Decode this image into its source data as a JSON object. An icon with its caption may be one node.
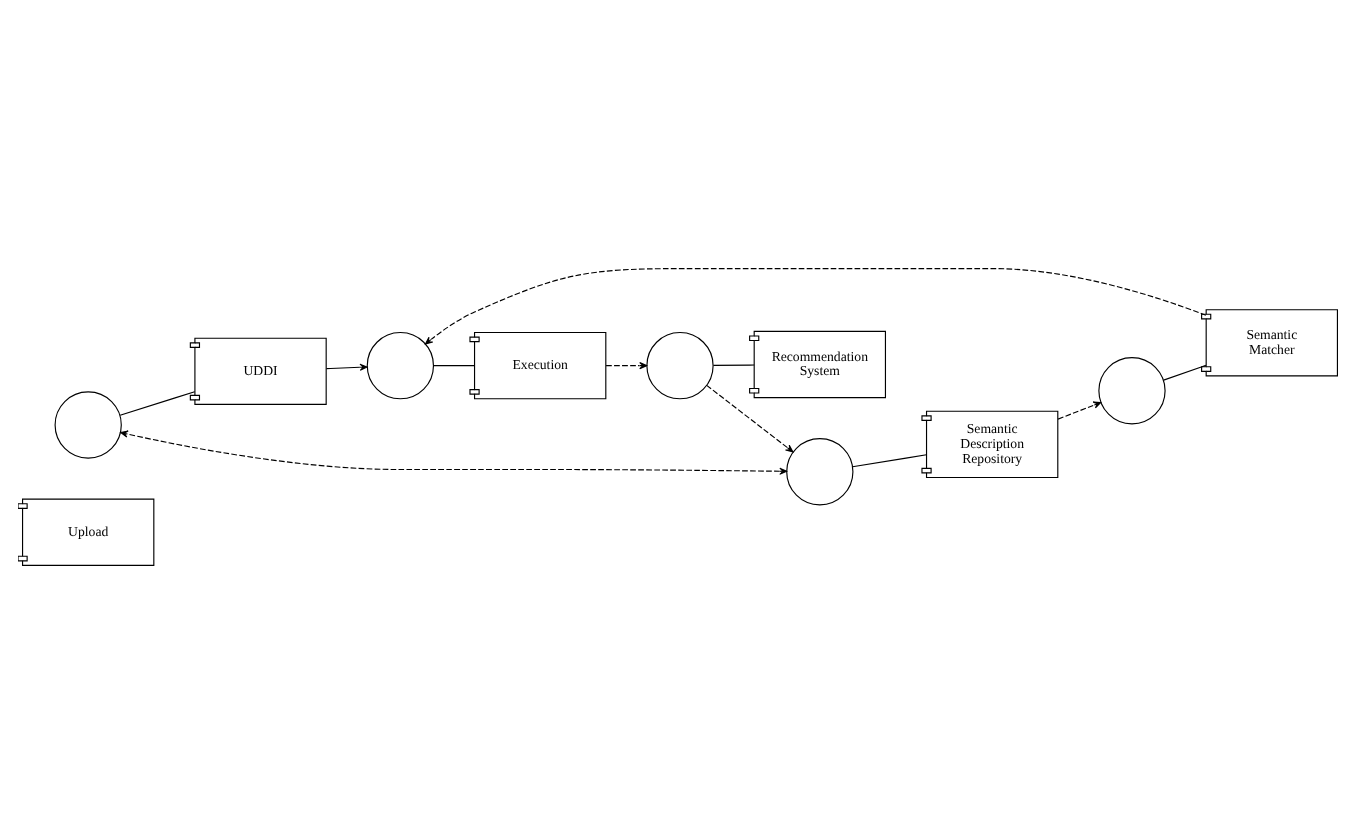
{
  "diagram": {
    "nodes": [
      {
        "text": [
          "Upload"
        ]
      },
      {
        "text": [],
        "shape": "circle"
      },
      {
        "text": [
          "UDDI"
        ]
      },
      {
        "text": [],
        "shape": "circle"
      },
      {
        "text": [
          "Execution"
        ]
      },
      {
        "text": [],
        "shape": "circle"
      },
      {
        "text": [
          "Semantic Description Repository"
        ]
      },
      {
        "text": [],
        "shape": "circle"
      },
      {
        "text": [
          "Semantic Matcher"
        ]
      },
      {
        "text": [],
        "shape": "circle"
      },
      {
        "text": [
          "Recommendation System"
        ]
      }
    ],
    "edges": [
      {
        "from": 5,
        "to": 1,
        "arrow": "both",
        "style": "dashed"
      },
      {
        "from": 1,
        "to": 2,
        "arrow": "none"
      },
      {
        "from": 2,
        "to": 3,
        "arrow": "to"
      },
      {
        "from": 3,
        "to": 4,
        "arrow": "none"
      },
      {
        "from": 5,
        "to": 6,
        "arrow": "none"
      },
      {
        "from": 6,
        "to": 7,
        "arrow": "to",
        "style": "dashed"
      },
      {
        "from": 7,
        "to": 8,
        "arrow": "none"
      },
      {
        "from": 8,
        "to": 3,
        "arrow": "to",
        "style": "dashed"
      },
      {
        "from": 9,
        "to": 5,
        "arrow": "to",
        "style": "dashed"
      },
      {
        "from": 4,
        "to": 9,
        "arrow": "to",
        "style": "dashed"
      },
      {
        "from": 9,
        "to": 10,
        "arrow": "none"
      }
    ]
  }
}
